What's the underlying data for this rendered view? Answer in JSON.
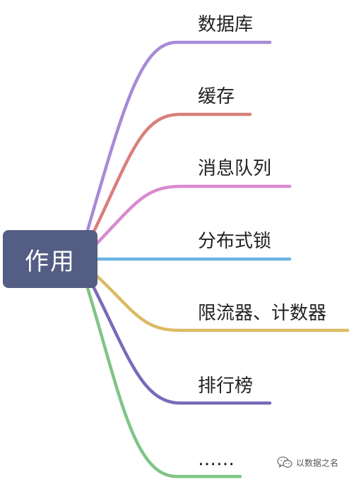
{
  "root": {
    "label": "作用",
    "color": "#545d83"
  },
  "branches": [
    {
      "label": "数据库",
      "color": "#a88ad6"
    },
    {
      "label": "缓存",
      "color": "#d97f7c"
    },
    {
      "label": "消息队列",
      "color": "#d98ad0"
    },
    {
      "label": "分布式锁",
      "color": "#6cb4e2"
    },
    {
      "label": "限流器、计数器",
      "color": "#dbbb62"
    },
    {
      "label": "排行榜",
      "color": "#7a6ab8"
    },
    {
      "label": "……",
      "color": "#80c486"
    }
  ],
  "watermark": {
    "icon": "wechat-icon",
    "text": "以数据之名"
  }
}
